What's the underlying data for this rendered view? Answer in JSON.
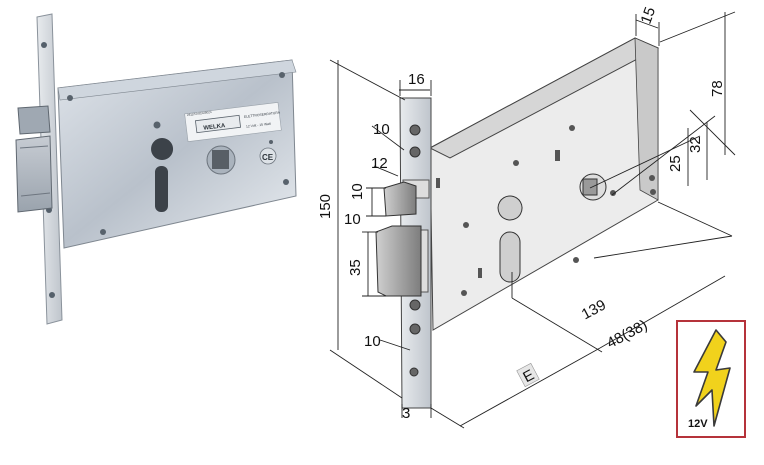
{
  "photo": {
    "brand_plate": "WELKA",
    "label_main": "ELETTROSERRATURA",
    "label_rating": "12 Volt - 15 Watt",
    "label_codes": "2811/50 81028024",
    "ce_mark": "CE"
  },
  "dimensions": {
    "faceplate_width": "16",
    "body_depth": "15",
    "height_upper": "78",
    "total_height": "150",
    "gap_a": "10",
    "latch_offset": "12",
    "latch_height": "10",
    "gap_b": "10",
    "deadbolt_height": "35",
    "bottom_offset": "10",
    "faceplate_thickness": "3",
    "handle_to_cylinder": "25",
    "handle_to_top": "32",
    "body_length": "139",
    "backset": "48(38)",
    "backset_label": "E"
  },
  "badge": {
    "label": "12V",
    "icon": "lightning-bolt-icon",
    "frame_color": "#b5323a",
    "bolt_color": "#f1d21c"
  }
}
